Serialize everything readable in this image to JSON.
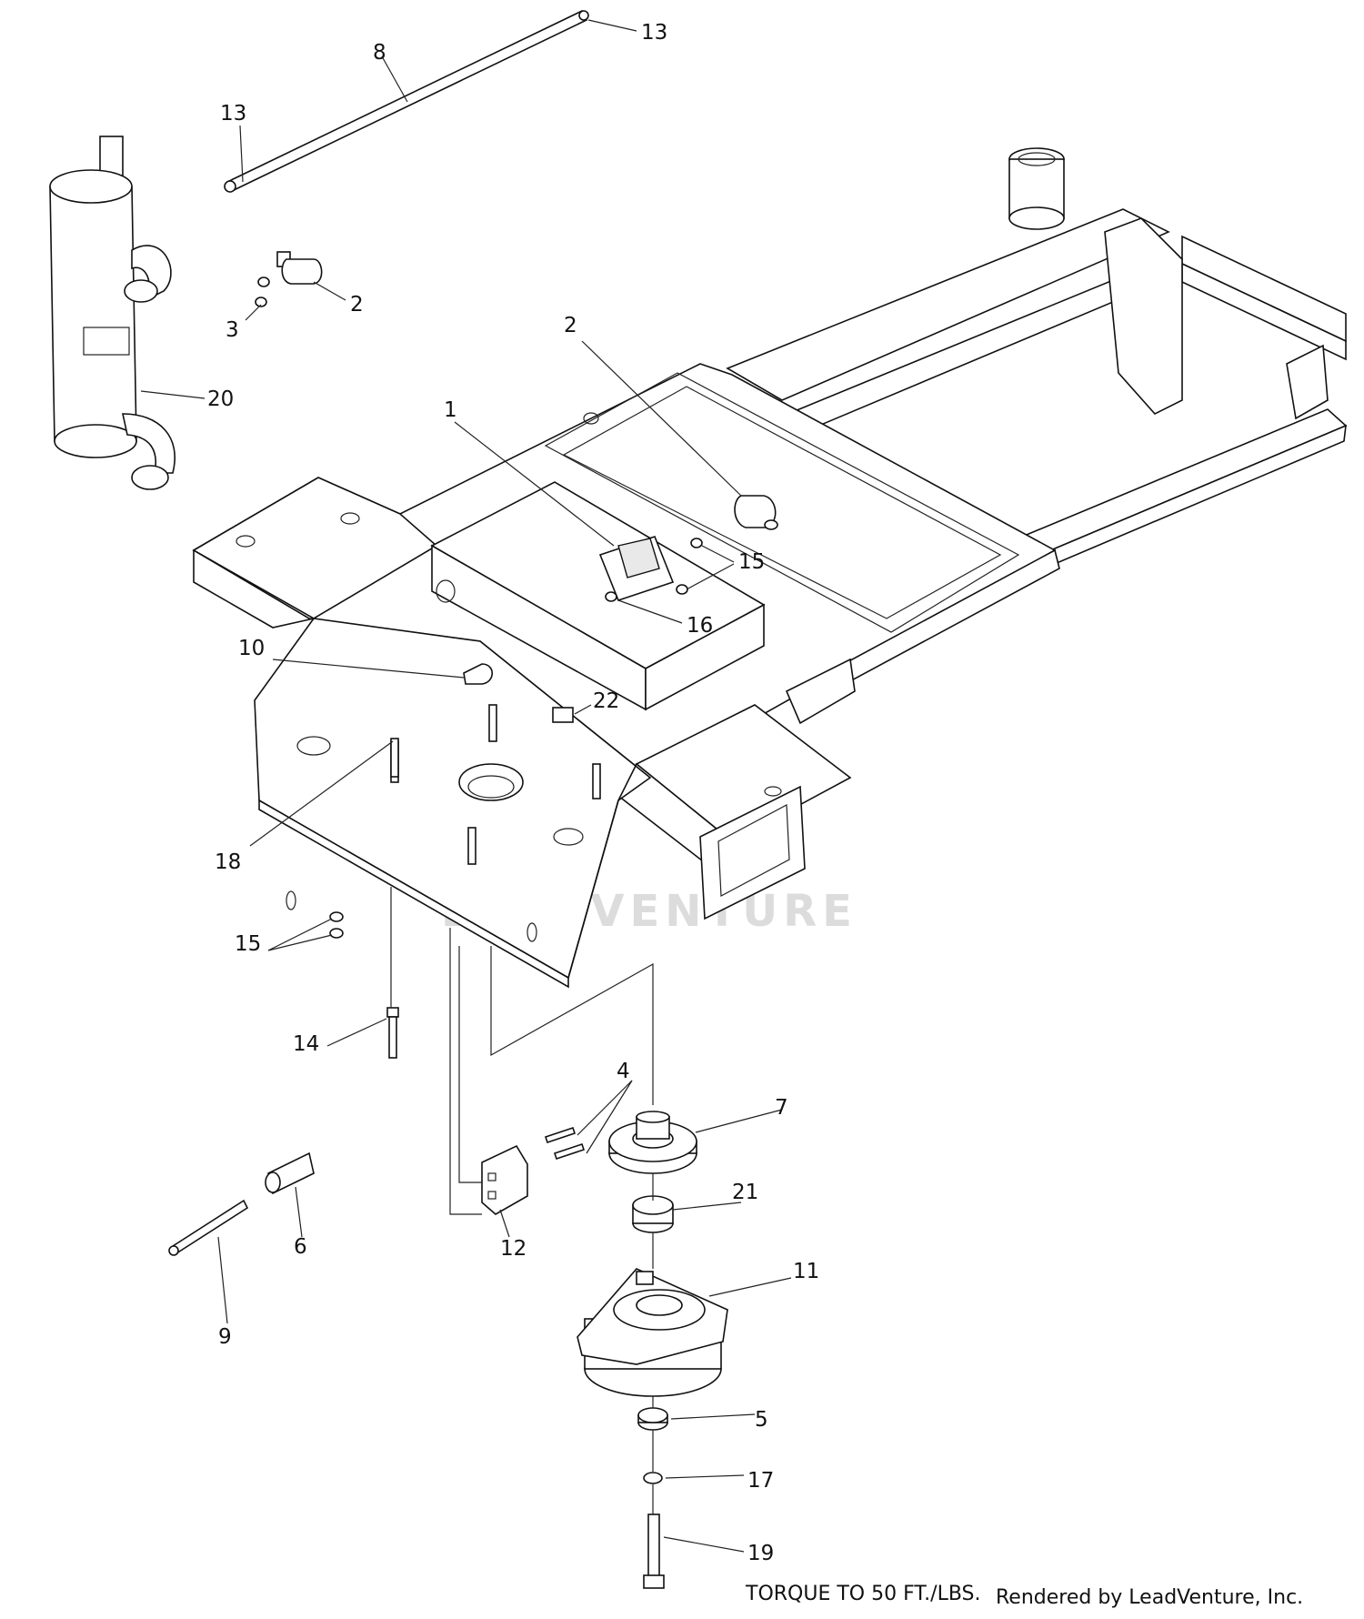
{
  "watermark": "LEADVENTURE",
  "torque_note": "TORQUE TO 50 FT./LBS.",
  "credit": "Rendered by LeadVenture, Inc.",
  "callouts": {
    "c1": "1",
    "c2a": "2",
    "c2b": "2",
    "c3": "3",
    "c4": "4",
    "c5": "5",
    "c6": "6",
    "c7": "7",
    "c8": "8",
    "c9": "9",
    "c10": "10",
    "c11": "11",
    "c12": "12",
    "c13a": "13",
    "c13b": "13",
    "c14": "14",
    "c15a": "15",
    "c15b": "15",
    "c16": "16",
    "c17": "17",
    "c18": "18",
    "c19": "19",
    "c20": "20",
    "c21": "21",
    "c22": "22"
  }
}
